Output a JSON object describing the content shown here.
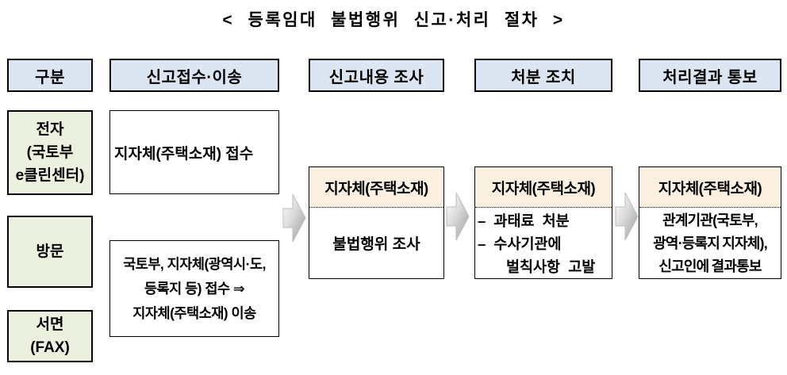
{
  "title": "< 등록임대 불법행위 신고·처리 절차 >",
  "columns": {
    "headers": [
      "구분",
      "신고접수·이송",
      "신고내용 조사",
      "처분 조치",
      "처리결과 통보"
    ]
  },
  "channels": {
    "electronic": {
      "lines": [
        "전자",
        "(국토부",
        "e클린센터)"
      ]
    },
    "visit": {
      "label": "방문"
    },
    "written": {
      "lines": [
        "서면",
        "(FAX)"
      ]
    }
  },
  "reception": {
    "direct": "지자체(주택소재) 접수",
    "transfer": {
      "lines": [
        "국토부, 지자체(광역시·도,",
        "등록지 등) 접수 ⇒",
        "지자체(주택소재) 이송"
      ]
    }
  },
  "investigation": {
    "agency": "지자체(주택소재)",
    "task": "불법행위 조사"
  },
  "disposition": {
    "agency": "지자체(주택소재)",
    "lines": [
      "– 과태료 처분",
      "– 수사기관에",
      "벌칙사항 고발"
    ]
  },
  "notification": {
    "agency": "지자체(주택소재)",
    "lines": [
      "관계기관(국토부,",
      "광역·등록지 지자체),",
      "신고인에 결과통보"
    ]
  },
  "colors": {
    "header_fill": "#dce6f2",
    "channel_fill": "#ebf1de",
    "agency_fill": "#fcf1e0",
    "arrow_light": "#ffffff",
    "arrow_dark": "#9a9a9a"
  }
}
